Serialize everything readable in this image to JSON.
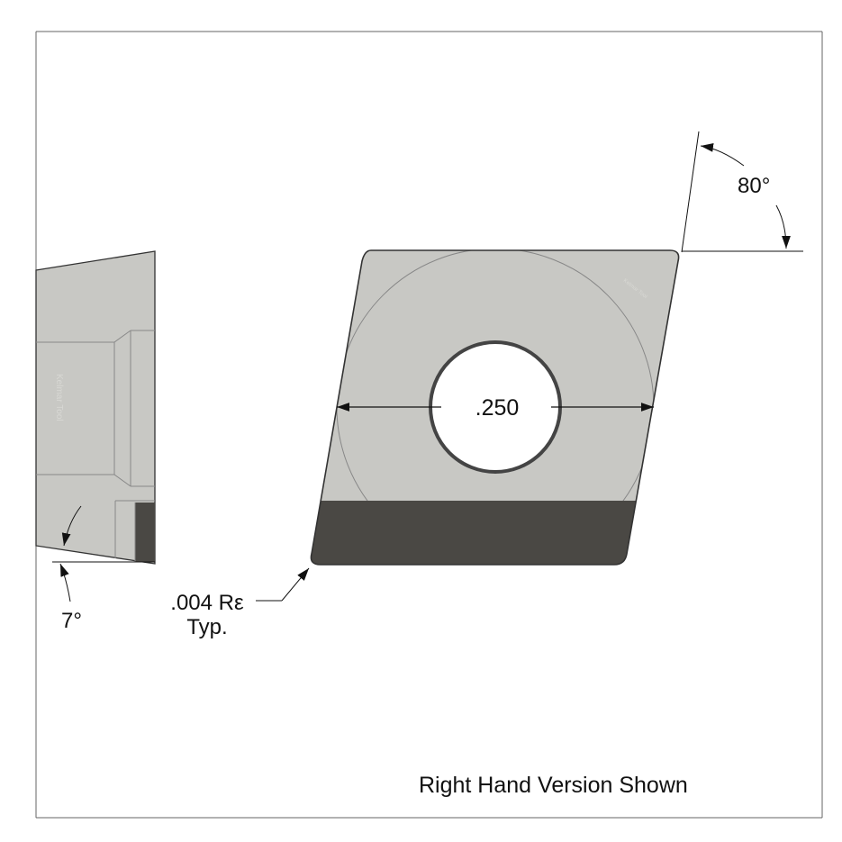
{
  "dimensions": {
    "hole_diameter": ".250",
    "clearance_angle": "7°",
    "included_angle": "80°",
    "corner_radius": ".004 Rε",
    "corner_radius_note": "Typ."
  },
  "caption": "Right Hand Version Shown",
  "watermark": "Kelmar Tool",
  "colors": {
    "insert_body": "#c8c8c4",
    "chip_face": "#4a4844",
    "outline": "#333333",
    "background": "#ffffff"
  }
}
